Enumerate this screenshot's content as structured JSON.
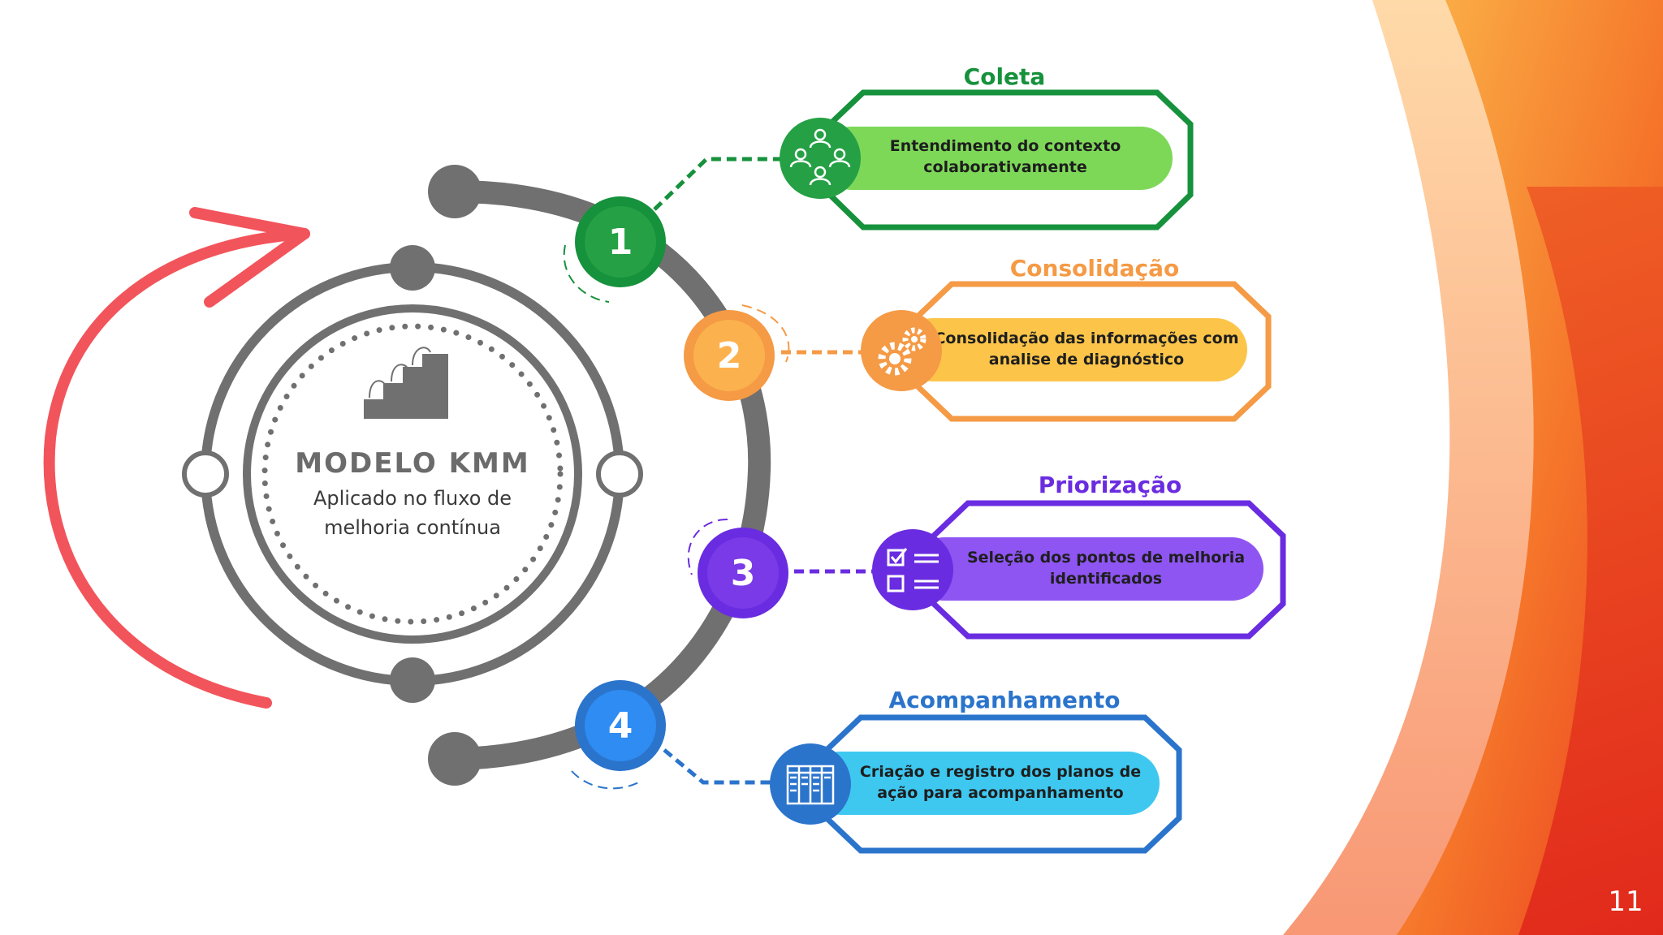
{
  "slide": {
    "page_number": "11"
  },
  "center": {
    "title": "MODELO KMM",
    "subtitle_line1": "Aplicado no fluxo de",
    "subtitle_line2": "melhoria contínua"
  },
  "colors": {
    "gray": "#707070",
    "arrow": "#f2545b",
    "step1": "#16913c",
    "step1_light": "#7dd858",
    "step2": "#f59a45",
    "step2_light": "#fcc54a",
    "step3": "#6a2ce0",
    "step3_light": "#8f55f2",
    "step4": "#2b74cc",
    "step4_light": "#3ec8f0"
  },
  "steps": [
    {
      "number": "1",
      "title": "Coleta",
      "line1": "Entendimento do contexto",
      "line2": "colaborativamente",
      "icon": "collaboration-people-icon"
    },
    {
      "number": "2",
      "title": "Consolidação",
      "line1": "Consolidação das informações com",
      "line2": "analise de diagnóstico",
      "icon": "gears-icon"
    },
    {
      "number": "3",
      "title": "Priorização",
      "line1": "Seleção dos pontos de melhoria",
      "line2": "identificados",
      "icon": "checklist-icon"
    },
    {
      "number": "4",
      "title": "Acompanhamento",
      "line1": "Criação e registro dos planos de",
      "line2": "ação para acompanhamento",
      "icon": "kanban-board-icon"
    }
  ]
}
